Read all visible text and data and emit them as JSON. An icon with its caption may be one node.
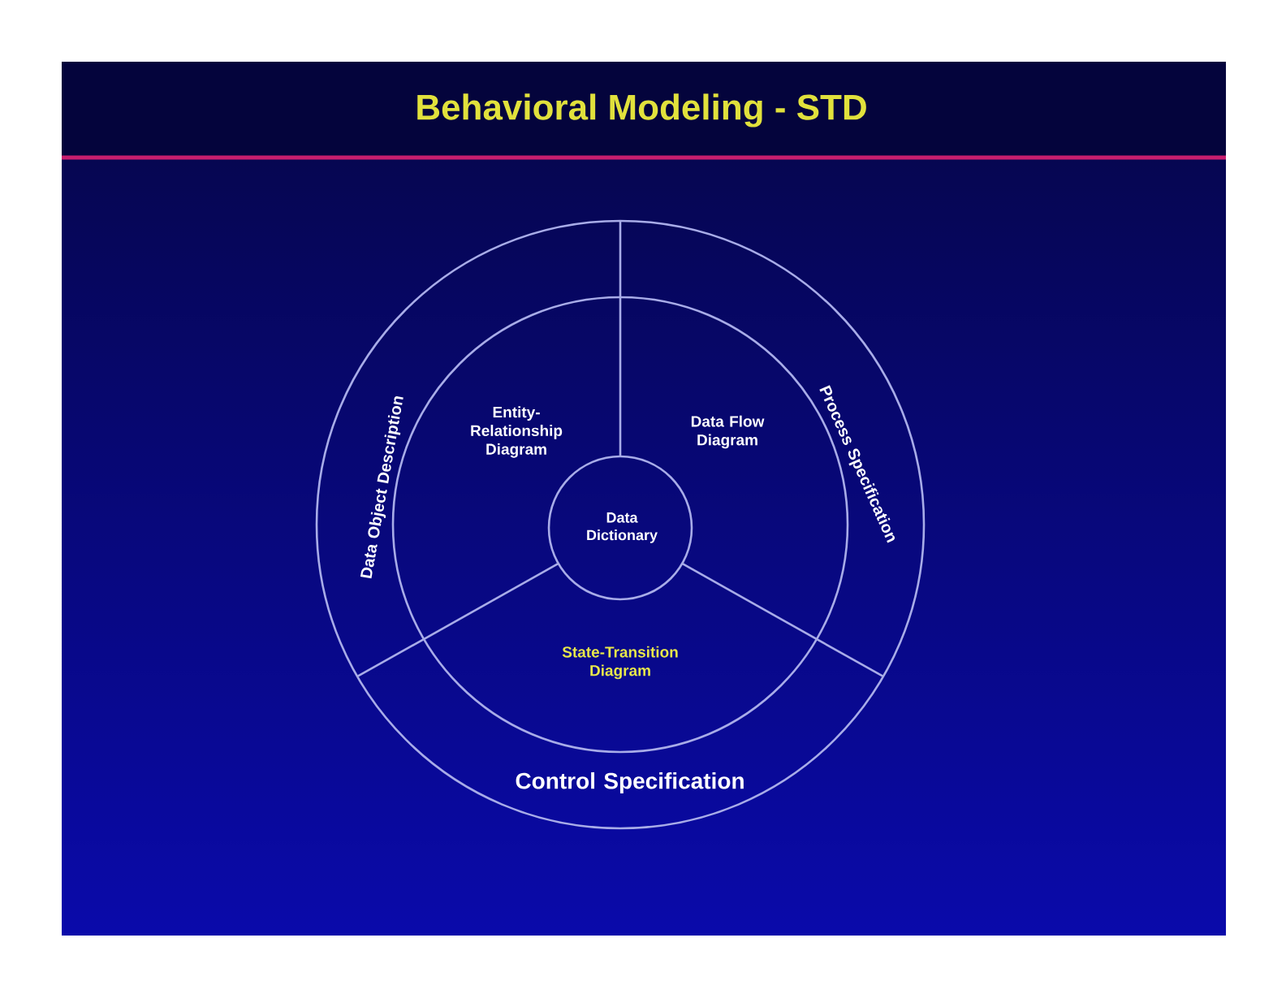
{
  "diagram": {
    "title": "Behavioral Modeling - STD",
    "nodes": [
      {
        "text": [
          "Data Dictionary"
        ]
      },
      {
        "text": [
          "Entity-Relationship Diagram"
        ]
      },
      {
        "text": [
          "Data Flow Diagram"
        ]
      },
      {
        "text": [
          "State-Transition Diagram"
        ]
      },
      {
        "text": [
          "Data Object Description"
        ]
      },
      {
        "text": [
          "Process Specification"
        ]
      },
      {
        "text": [
          "Control Specification"
        ]
      }
    ]
  }
}
